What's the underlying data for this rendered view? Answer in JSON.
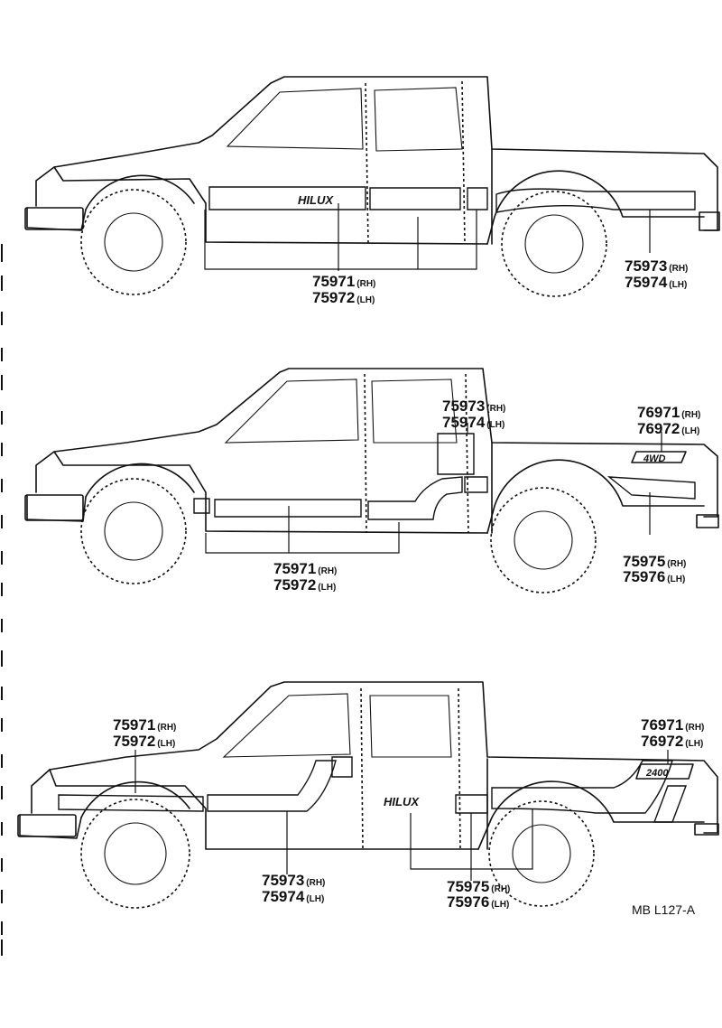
{
  "views": [
    {
      "emblem": "HILUX",
      "callouts": [
        {
          "lines": [
            {
              "num": "75971",
              "side": "(RH)"
            },
            {
              "num": "75972",
              "side": "(LH)"
            }
          ]
        },
        {
          "lines": [
            {
              "num": "75973",
              "side": "(RH)"
            },
            {
              "num": "75974",
              "side": "(LH)"
            }
          ]
        }
      ]
    },
    {
      "emblem": "4WD",
      "callouts": [
        {
          "lines": [
            {
              "num": "75973",
              "side": "(RH)"
            },
            {
              "num": "75974",
              "side": "(LH)"
            }
          ]
        },
        {
          "lines": [
            {
              "num": "76971",
              "side": "(RH)"
            },
            {
              "num": "76972",
              "side": "(LH)"
            }
          ]
        },
        {
          "lines": [
            {
              "num": "75971",
              "side": "(RH)"
            },
            {
              "num": "75972",
              "side": "(LH)"
            }
          ]
        },
        {
          "lines": [
            {
              "num": "75975",
              "side": "(RH)"
            },
            {
              "num": "75976",
              "side": "(LH)"
            }
          ]
        }
      ]
    },
    {
      "emblem": "HILUX",
      "badge": "2400",
      "callouts": [
        {
          "lines": [
            {
              "num": "75971",
              "side": "(RH)"
            },
            {
              "num": "75972",
              "side": "(LH)"
            }
          ]
        },
        {
          "lines": [
            {
              "num": "76971",
              "side": "(RH)"
            },
            {
              "num": "76972",
              "side": "(LH)"
            }
          ]
        },
        {
          "lines": [
            {
              "num": "75973",
              "side": "(RH)"
            },
            {
              "num": "75974",
              "side": "(LH)"
            }
          ]
        },
        {
          "lines": [
            {
              "num": "75975",
              "side": "(RH)"
            },
            {
              "num": "75976",
              "side": "(LH)"
            }
          ]
        }
      ]
    }
  ],
  "reference": "MB L127-A",
  "colors": {
    "ink": "#111111",
    "paper": "#ffffff"
  }
}
